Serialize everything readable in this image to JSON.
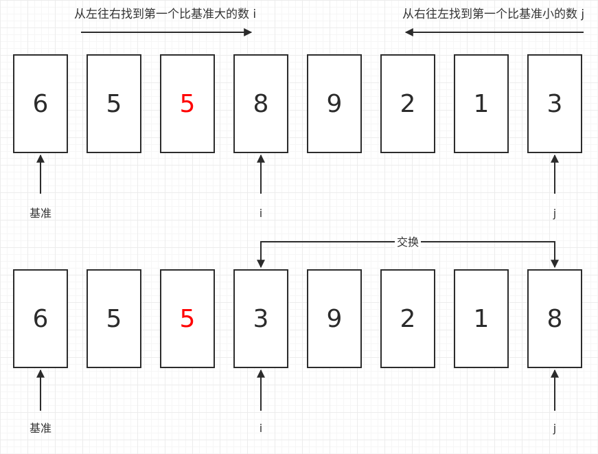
{
  "top_left_caption": "从左往右找到第一个比基准大的数 i",
  "top_right_caption": "从右往左找到第一个比基准小的数 j",
  "swap_label": "交换",
  "highlight_color": "#ff0000",
  "row1": {
    "cards": [
      "6",
      "5",
      "5",
      "8",
      "9",
      "2",
      "1",
      "3"
    ],
    "pointers": {
      "pivot": "基准",
      "i": "i",
      "j": "j"
    }
  },
  "row2": {
    "cards": [
      "6",
      "5",
      "5",
      "3",
      "9",
      "2",
      "1",
      "8"
    ],
    "pointers": {
      "pivot": "基准",
      "i": "i",
      "j": "j"
    }
  }
}
